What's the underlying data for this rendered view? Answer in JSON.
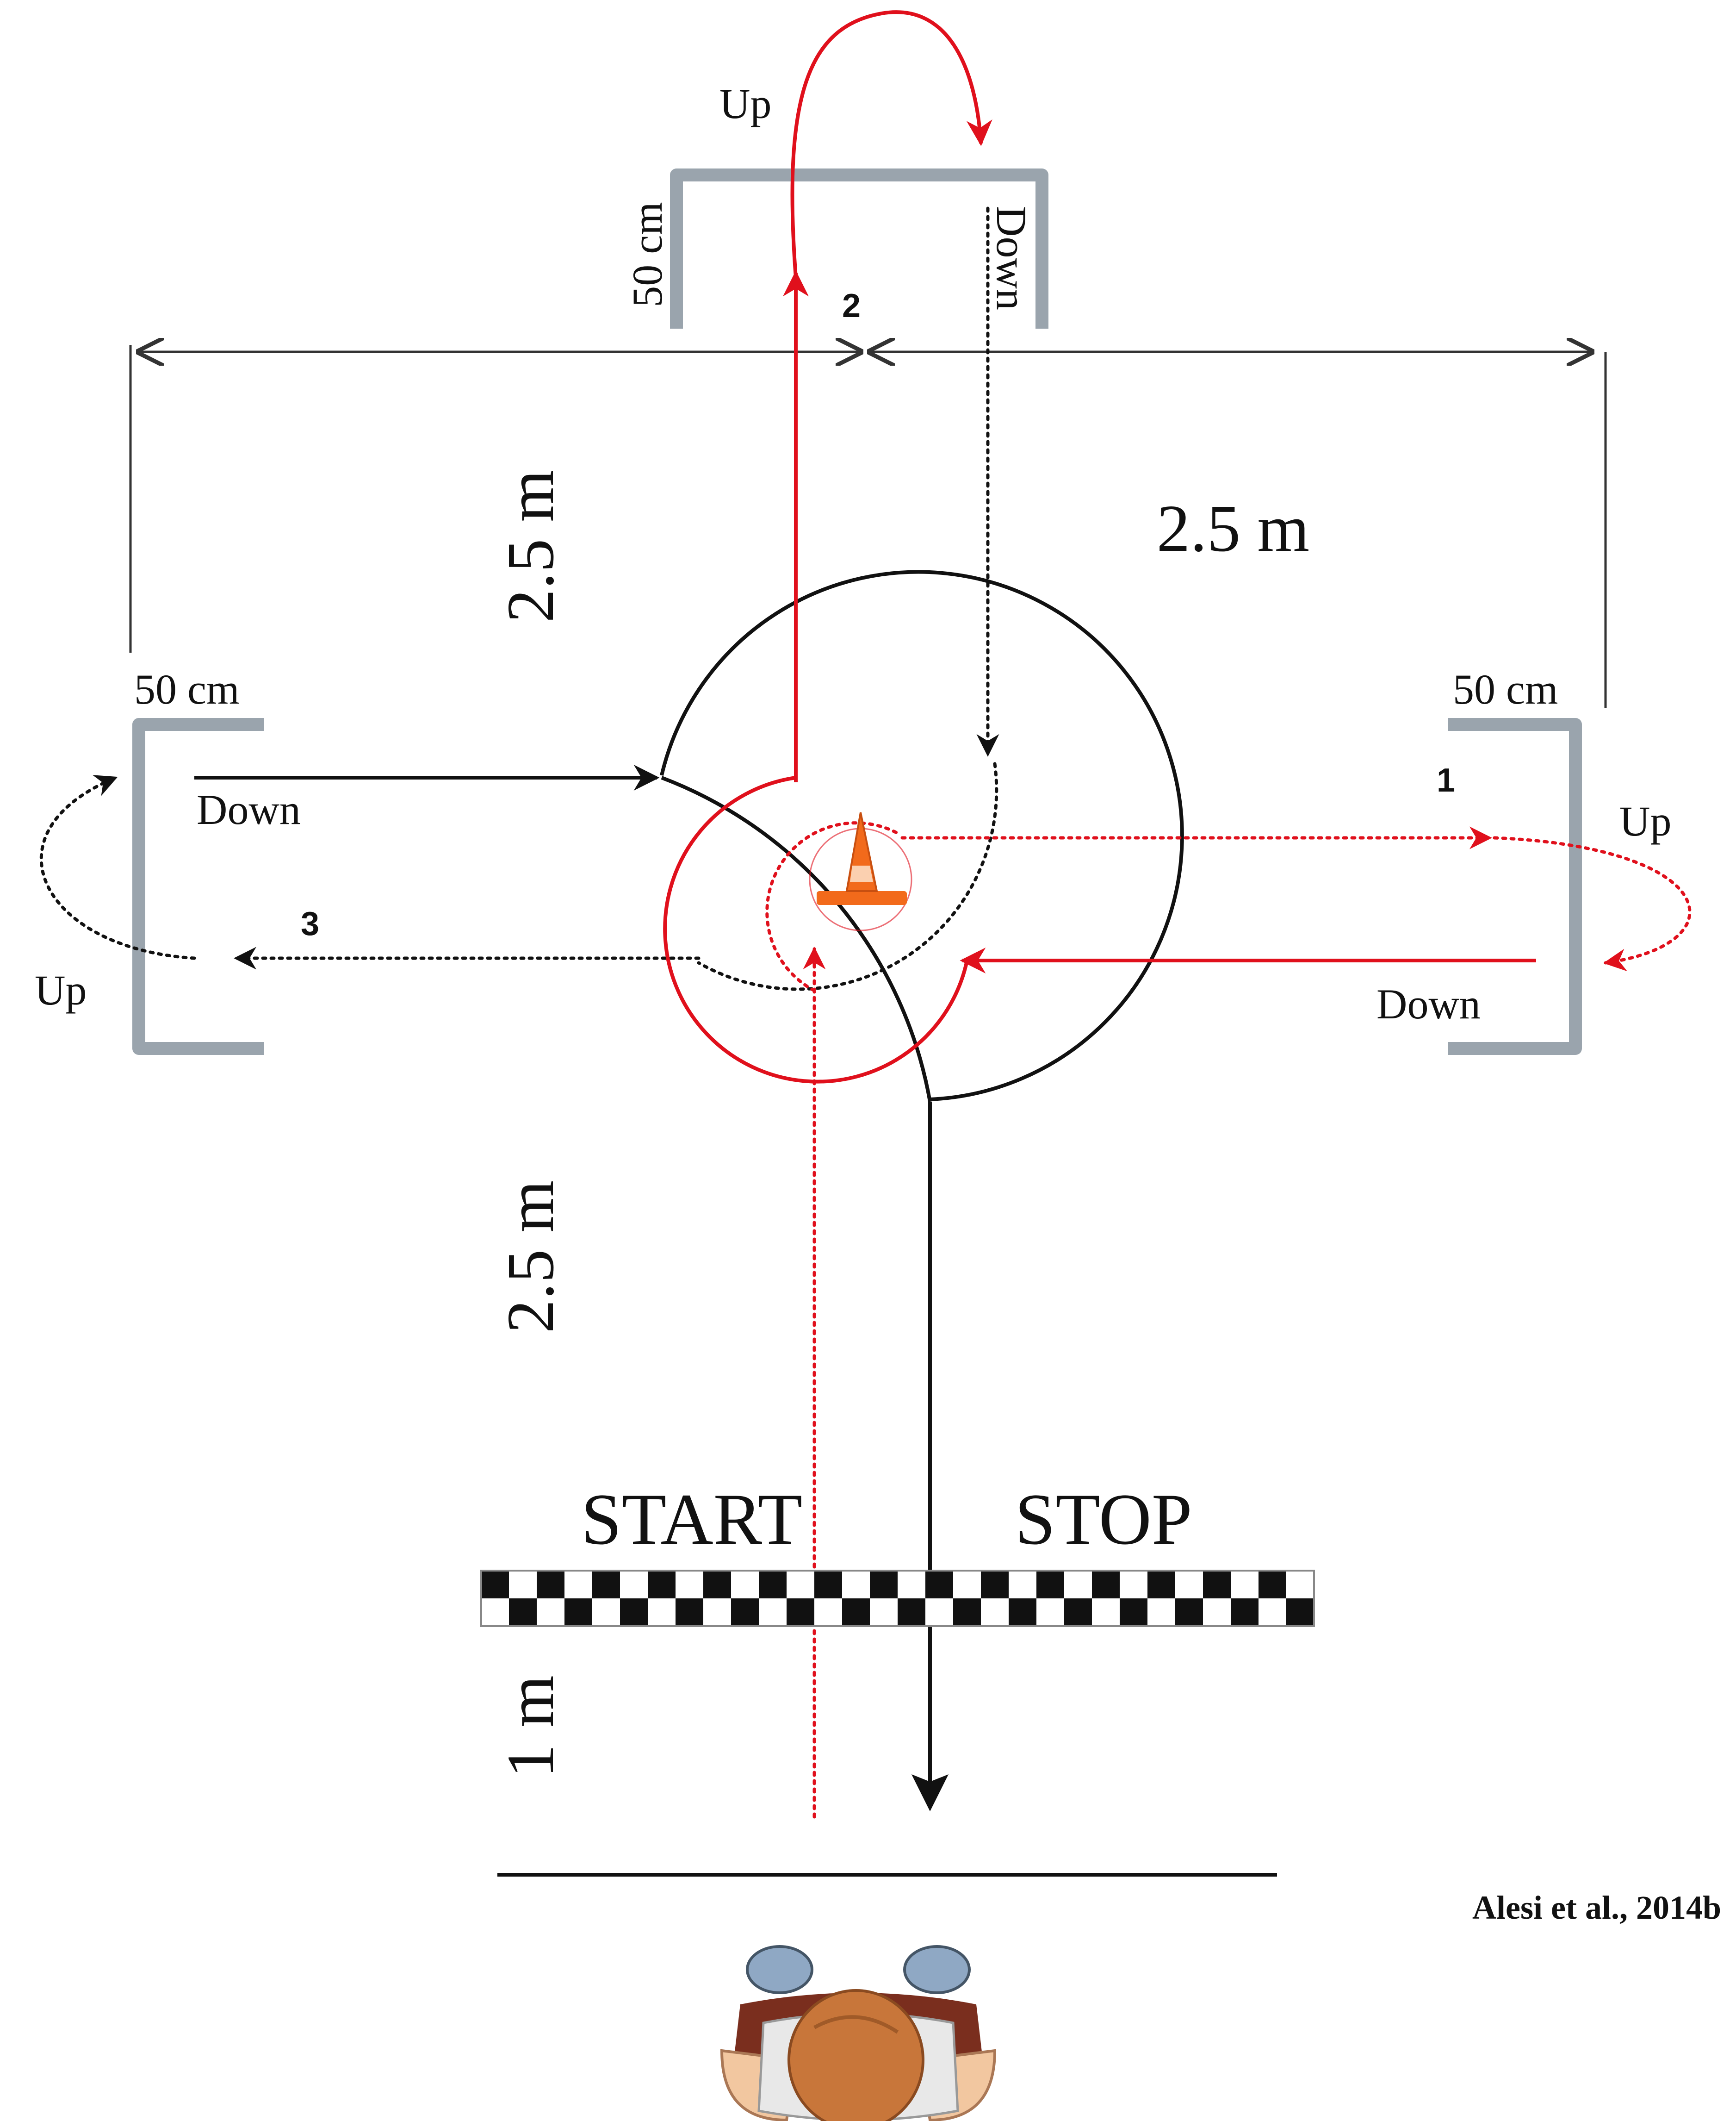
{
  "labels": {
    "dim_top_left": "2.5 m",
    "dim_top_right": "2.5 m",
    "dim_bottom": "2.5 m",
    "dim_one": "1 m",
    "hurdle_top_height": "50 cm",
    "hurdle_left_height": "50 cm",
    "hurdle_right_height": "50 cm",
    "top_up": "Up",
    "top_down": "Down",
    "left_up": "Up",
    "left_down": "Down",
    "right_up": "Up",
    "right_down": "Down",
    "step_1": "1",
    "step_2": "2",
    "step_3": "3",
    "start": "START",
    "stop": "STOP",
    "citation": "Alesi et al., 2014b"
  },
  "colors": {
    "path_red": "#e0101c",
    "path_black": "#111111",
    "hurdle": "#9aa4ad",
    "cone": "#f26a1b",
    "checker_dark": "#111111",
    "dimension_line": "#333333"
  },
  "icons": [
    "traffic-cone-icon",
    "child-top-view-icon",
    "checkered-line-icon"
  ]
}
